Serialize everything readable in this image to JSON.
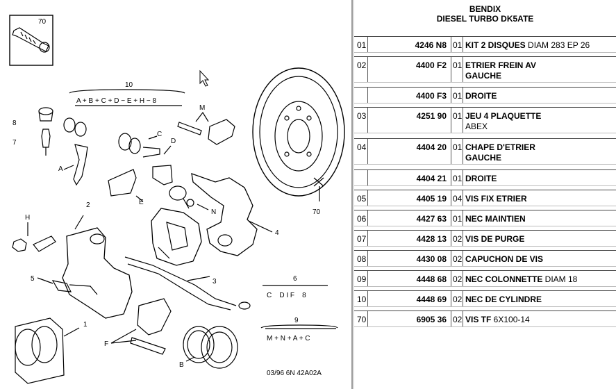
{
  "header": {
    "line1": "BENDIX",
    "line2": "DIESEL TURBO DK5ATE"
  },
  "rows": [
    {
      "item": "01",
      "ref": "4246 N8",
      "qty": "01",
      "desc_bold": "KIT 2 DISQUES",
      "desc_normal": " DIAM 283 EP 26",
      "desc_line2": "",
      "line2_bold": false
    },
    {
      "item": "02",
      "ref": "4400 F2",
      "qty": "01",
      "desc_bold": "ETRIER FREIN AV",
      "desc_normal": "",
      "desc_line2": "GAUCHE",
      "line2_bold": true
    },
    {
      "item": "",
      "ref": "4400 F3",
      "qty": "01",
      "desc_bold": "DROITE",
      "desc_normal": "",
      "desc_line2": "",
      "line2_bold": false
    },
    {
      "item": "03",
      "ref": "4251 90",
      "qty": "01",
      "desc_bold": "JEU 4 PLAQUETTE",
      "desc_normal": "",
      "desc_line2": "ABEX",
      "line2_bold": false
    },
    {
      "item": "04",
      "ref": "4404 20",
      "qty": "01",
      "desc_bold": "CHAPE D'ETRIER",
      "desc_normal": "",
      "desc_line2": "GAUCHE",
      "line2_bold": true
    },
    {
      "item": "",
      "ref": "4404 21",
      "qty": "01",
      "desc_bold": "DROITE",
      "desc_normal": "",
      "desc_line2": "",
      "line2_bold": false
    },
    {
      "item": "05",
      "ref": "4405 19",
      "qty": "04",
      "desc_bold": "VIS FIX ETRIER",
      "desc_normal": "",
      "desc_line2": "",
      "line2_bold": false
    },
    {
      "item": "06",
      "ref": "4427 63",
      "qty": "01",
      "desc_bold": "NEC MAINTIEN",
      "desc_normal": "",
      "desc_line2": "",
      "line2_bold": false
    },
    {
      "item": "07",
      "ref": "4428 13",
      "qty": "02",
      "desc_bold": "VIS DE PURGE",
      "desc_normal": "",
      "desc_line2": "",
      "line2_bold": false
    },
    {
      "item": "08",
      "ref": "4430 08",
      "qty": "02",
      "desc_bold": "CAPUCHON DE VIS",
      "desc_normal": "",
      "desc_line2": "",
      "line2_bold": false
    },
    {
      "item": "09",
      "ref": "4448 68",
      "qty": "02",
      "desc_bold": "NEC COLONNETTE",
      "desc_normal": " DIAM 18",
      "desc_line2": "",
      "line2_bold": false
    },
    {
      "item": "10",
      "ref": "4448 69",
      "qty": "02",
      "desc_bold": "NEC DE CYLINDRE",
      "desc_normal": "",
      "desc_line2": "",
      "line2_bold": false
    },
    {
      "item": "70",
      "ref": "6905 36",
      "qty": "02",
      "desc_bold": "VIS TF",
      "desc_normal": " 6X100-14",
      "desc_line2": "",
      "line2_bold": false
    }
  ],
  "diagram": {
    "callouts": {
      "c70_box": "70",
      "c10": "10",
      "c10_formula": "A + B + C + D − E + H − 8",
      "cM": "M",
      "c8": "8",
      "c7": "7",
      "cA": "A",
      "cC": "C",
      "cD": "D",
      "cE": "E",
      "cH": "H",
      "c2": "2",
      "cN": "N",
      "c4": "4",
      "c70": "70",
      "c5": "5",
      "c3": "3",
      "c6": "6",
      "c6_formula": "C    D I F    8",
      "c9": "9",
      "c9_formula": "M + N + A + C",
      "c1": "1",
      "cF": "F",
      "cB": "B"
    },
    "footer_code": "03/96 6N 42A02A"
  }
}
